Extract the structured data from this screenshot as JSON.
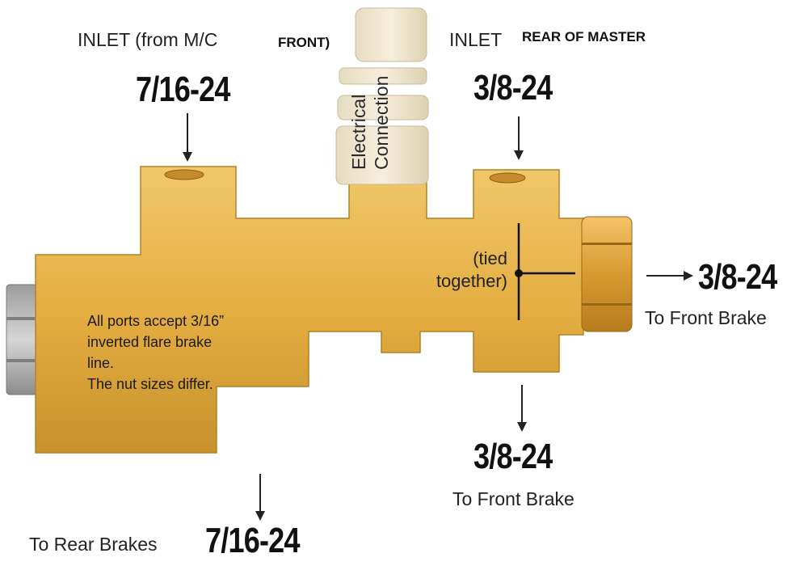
{
  "labels": {
    "inlet_front_prefix": "INLET (from M/C",
    "inlet_front_suffix": "FRONT)",
    "inlet_front_size": "7/16-24",
    "inlet_rear_prefix": "INLET",
    "inlet_rear_suffix": "REAR OF MASTER",
    "inlet_rear_size": "3/8-24",
    "electrical_line1": "Electrical",
    "electrical_line2": "Connection",
    "tied_line1": "(tied",
    "tied_line2": "together)",
    "right_outlet_size": "3/8-24",
    "right_outlet_label": "To Front Brake",
    "bottom_outlet_size": "3/8-24",
    "bottom_outlet_label": "To Front Brake",
    "rear_outlet_label": "To Rear Brakes",
    "rear_outlet_size": "7/16-24"
  },
  "note": {
    "line1": "All ports accept 3/16”",
    "line2": "inverted flare brake",
    "line3": "line.",
    "line4": "The nut sizes differ."
  },
  "colors": {
    "brass": "#e2ad3e",
    "brass_light": "#eec25a",
    "brass_dark": "#b98424",
    "fitting": "#efe6cf",
    "steel": "#a9a9a9",
    "copper": "#d79a2c"
  }
}
